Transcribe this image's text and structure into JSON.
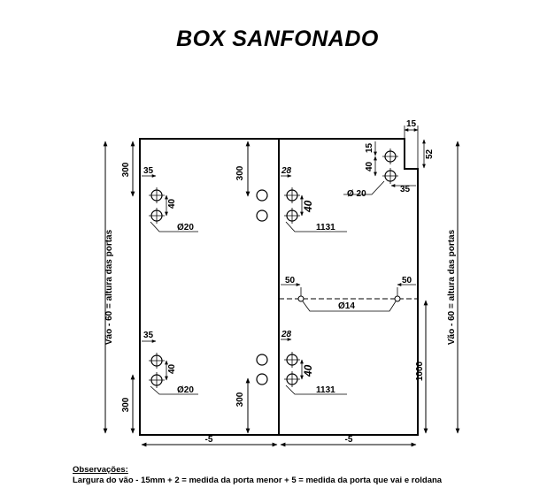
{
  "title": "BOX SANFONADO",
  "side_label_left": "Vão - 60 = altura das portas",
  "side_label_right": "Vão - 60 = altura das portas",
  "dims": {
    "left_top_300": "300",
    "left_bottom_300": "300",
    "mid_top_300": "300",
    "mid_bottom_300": "300",
    "top_right_15": "15",
    "top_right_52": "52",
    "right_1000": "1000",
    "bottom_left": "-5",
    "bottom_right": "-5"
  },
  "left_panel": {
    "top_35": "35",
    "top_40": "40",
    "top_dia": "Ø20",
    "bottom_35": "35",
    "bottom_40": "40",
    "bottom_dia": "Ø20"
  },
  "right_panel": {
    "top_28": "28",
    "top_40": "40",
    "top_1131": "1131",
    "corner_40": "40",
    "corner_15": "15",
    "corner_35": "35",
    "corner_dia": "Ø 20",
    "rail_left_50": "50",
    "rail_right_50": "50",
    "rail_dia": "Ø14",
    "bottom_28": "28",
    "bottom_40": "40",
    "bottom_1131": "1131"
  },
  "notes": {
    "heading": "Observações:",
    "text": "Largura do vão - 15mm + 2 = medida da porta menor + 5 = medida da porta que vai e roldana"
  }
}
